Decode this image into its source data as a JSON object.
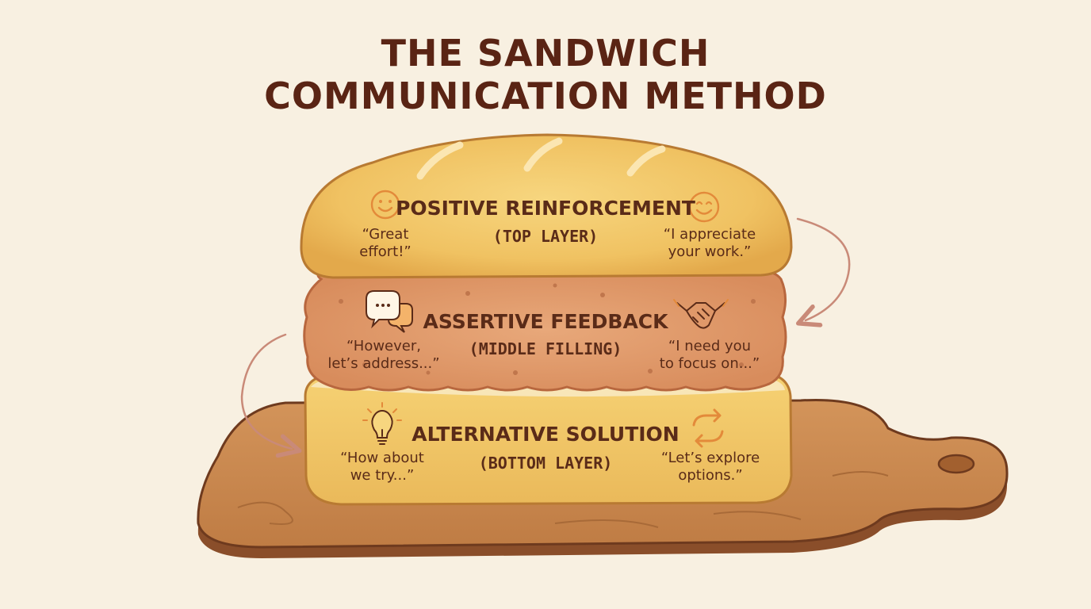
{
  "title": {
    "line1": "THE SANDWICH",
    "line2": "COMMUNICATION METHOD"
  },
  "layers": [
    {
      "heading": "POSITIVE REINFORCEMENT",
      "sublabel": "(TOP LAYER)",
      "quote_left": [
        "“Great",
        "effort!”"
      ],
      "quote_right": [
        "“I appreciate",
        "your work.”"
      ],
      "icon_left": "smiley-face-icon",
      "icon_right": "smiley-face-icon"
    },
    {
      "heading": "ASSERTIVE FEEDBACK",
      "sublabel": "(MIDDLE FILLING)",
      "quote_left": [
        "“However,",
        "let’s address...”"
      ],
      "quote_right": [
        "“I need you",
        "to focus on...”"
      ],
      "icon_left": "speech-bubbles-icon",
      "icon_right": "handshake-icon"
    },
    {
      "heading": "ALTERNATIVE SOLUTION",
      "sublabel": "(BOTTOM LAYER)",
      "quote_left": [
        "“How about",
        "we try...”"
      ],
      "quote_right": [
        "“Let’s explore",
        "options.”"
      ],
      "icon_left": "light-bulb-icon",
      "icon_right": "cycle-arrows-icon"
    }
  ],
  "colors": {
    "background": "#f8f0e1",
    "text": "#5a2414",
    "bread": "#f2c66a",
    "filling": "#df9a6c",
    "board": "#c8864b",
    "accent_icon": "#e38a3a",
    "arrow": "#c98a78"
  }
}
